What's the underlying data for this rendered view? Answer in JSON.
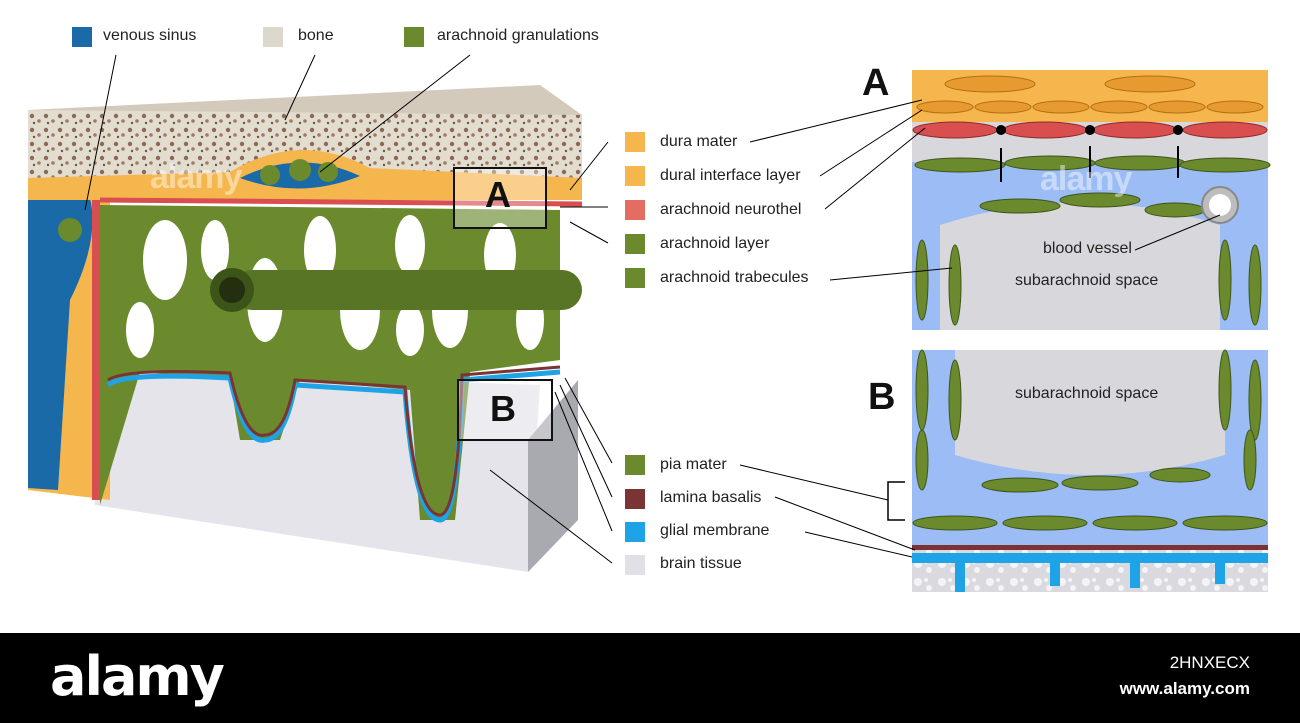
{
  "legend_top": [
    {
      "label": "venous sinus",
      "color": "#1a6aa8"
    },
    {
      "label": "bone",
      "color": "#ddd8cc"
    },
    {
      "label": "arachnoid granulations",
      "color": "#6b8a2e"
    }
  ],
  "legend_mid": [
    {
      "label": "dura mater",
      "color": "#f6b64e"
    },
    {
      "label": "dural interface layer",
      "color": "#f6b64e"
    },
    {
      "label": "arachnoid neurothel",
      "color": "#e56c63"
    },
    {
      "label": "arachnoid layer",
      "color": "#6b8a2e"
    },
    {
      "label": "arachnoid trabecules",
      "color": "#6b8a2e"
    }
  ],
  "legend_bottom": [
    {
      "label": "pia mater",
      "color": "#6b8a2e"
    },
    {
      "label": "lamina basalis",
      "color": "#7a3434"
    },
    {
      "label": "glial membrane",
      "color": "#1ea3e6"
    },
    {
      "label": "brain tissue",
      "color": "#e0e0e6"
    }
  ],
  "markers": {
    "a": "A",
    "b": "B"
  },
  "panel_a": {
    "letter": "A",
    "blood_vessel": "blood vessel",
    "space": "subarachnoid space"
  },
  "panel_b": {
    "letter": "B",
    "space": "subarachnoid space"
  },
  "watermark": "alamy",
  "footer": {
    "logo": "alamy",
    "image_id": "2HNXECX",
    "url": "www.alamy.com"
  },
  "colors": {
    "dura": "#f6b64e",
    "neurothel": "#d94e4e",
    "arachnoid": "#6b8a2e",
    "csf": "#9bbcf5",
    "glia": "#1ea3e6",
    "lamina": "#7a3434",
    "brain": "#d9d9df",
    "bone": "#e3ddd0",
    "sinus": "#1a6aa8"
  }
}
